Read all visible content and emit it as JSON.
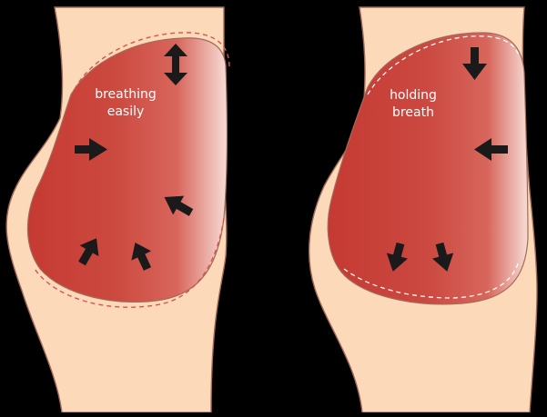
{
  "colors": {
    "background": "#000000",
    "skin": "#FCD9B8",
    "outline": "#A36A5A",
    "abdomen_dark": "#C53A33",
    "abdomen_mid": "#D8665C",
    "abdomen_light": "#F6DDD6",
    "arrow": "#1A1A1A",
    "dashed_left": "#D9534F",
    "dashed_right": "#FFFFFF",
    "label": "#FFFFFF"
  },
  "panels": [
    {
      "id": "left",
      "label_lines": [
        "breathing",
        "easily"
      ],
      "arrow_icons": [
        "up-down-arrow-icon",
        "arrow-right-icon",
        "arrow-up-left-icon",
        "arrow-up-right-icon",
        "arrow-up-left-icon"
      ]
    },
    {
      "id": "right",
      "label_lines": [
        "holding",
        "breath"
      ],
      "arrow_icons": [
        "arrow-down-icon",
        "arrow-left-icon",
        "arrow-down-left-icon",
        "arrow-down-right-icon"
      ]
    }
  ]
}
